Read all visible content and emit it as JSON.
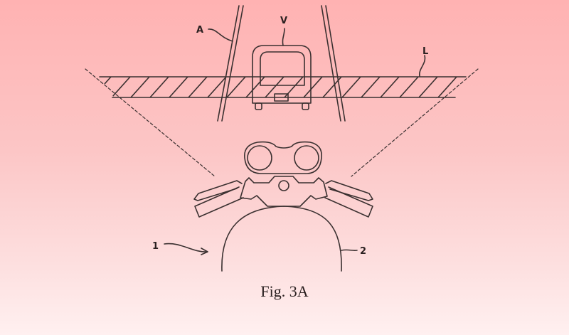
{
  "figure": {
    "caption": "Fig. 3A",
    "labels": {
      "pillar": "A",
      "vehicle": "V",
      "band": "L",
      "motorcycle": "1",
      "body": "2"
    }
  }
}
